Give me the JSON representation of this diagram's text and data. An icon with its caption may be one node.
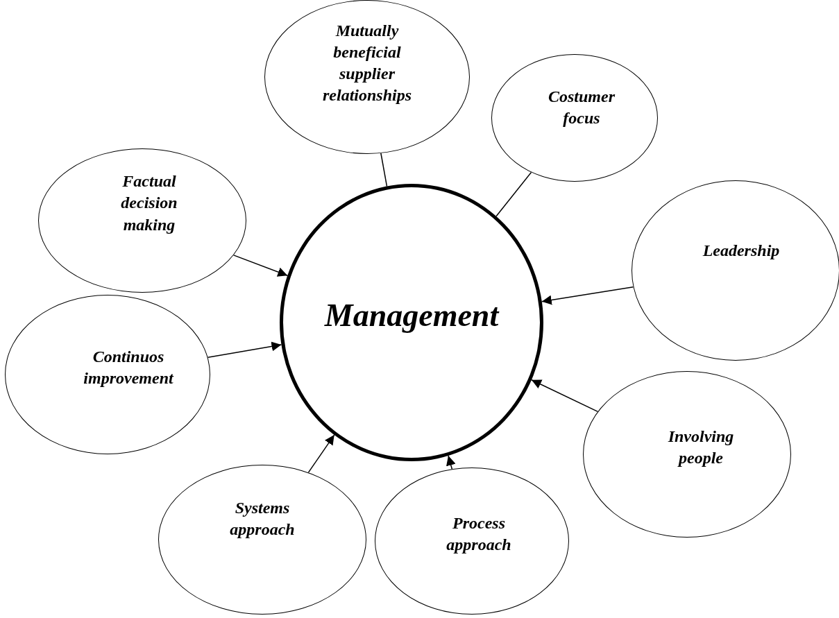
{
  "diagram": {
    "nodes": [
      {
        "text": [
          "Mutually beneficial supplier relationships"
        ]
      },
      {
        "text": [
          "Costumer focus"
        ]
      },
      {
        "text": [
          "Factual decision making"
        ]
      },
      {
        "text": [
          "Leadership"
        ]
      },
      {
        "text": [
          "Management"
        ]
      },
      {
        "text": [
          "Continuos improvement"
        ]
      },
      {
        "text": [
          "Involving people"
        ]
      },
      {
        "text": [
          "Systems approach"
        ]
      },
      {
        "text": [
          "Process approach"
        ]
      }
    ],
    "edges": [
      {
        "from": 0,
        "to": 4,
        "arrow": "none"
      },
      {
        "from": 1,
        "to": 4,
        "arrow": "none"
      },
      {
        "from": 2,
        "to": 4,
        "arrow": "to"
      },
      {
        "from": 3,
        "to": 4,
        "arrow": "to"
      },
      {
        "from": 5,
        "to": 4,
        "arrow": "to"
      },
      {
        "from": 6,
        "to": 4,
        "arrow": "to"
      },
      {
        "from": 7,
        "to": 4,
        "arrow": "to"
      },
      {
        "from": 8,
        "to": 4,
        "arrow": "to"
      }
    ]
  }
}
